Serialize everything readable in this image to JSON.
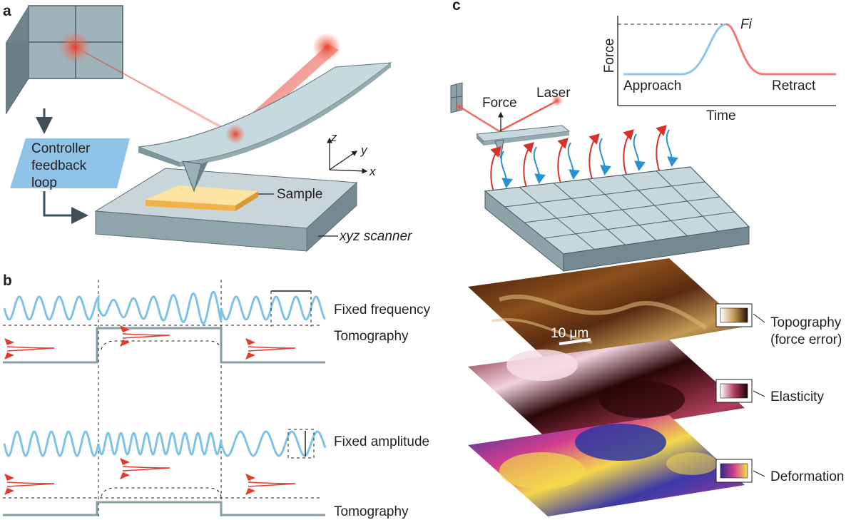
{
  "panels": {
    "a": "a",
    "b": "b",
    "c": "c"
  },
  "panel_a": {
    "controller_lines": [
      "Controller",
      "feedback",
      "loop"
    ],
    "sample": "Sample",
    "scanner": "xyz scanner",
    "axes": {
      "z": "z",
      "y": "y",
      "x": "x"
    }
  },
  "panel_b": {
    "fixed_frequency": "Fixed frequency",
    "fixed_amplitude": "Fixed amplitude",
    "tomography_1": "Tomography",
    "tomography_2": "Tomography"
  },
  "panel_c": {
    "force_arrow": "Force",
    "laser": "Laser",
    "chart": {
      "ylabel": "Force",
      "xlabel": "Time",
      "peak": "Fi",
      "approach": "Approach",
      "retract": "Retract"
    },
    "scale_bar": "10 μm",
    "maps": {
      "topography_lines": [
        "Topography",
        "(force error)"
      ],
      "elasticity": "Elasticity",
      "deformation": "Deformation"
    }
  },
  "colors": {
    "approach": "#7ec3e4",
    "retract": "#ef7a78",
    "laser": "#e63a2d",
    "cantilever": "#c6d9df",
    "sample": "#fcd67e",
    "controller": "#8fc4e8"
  }
}
